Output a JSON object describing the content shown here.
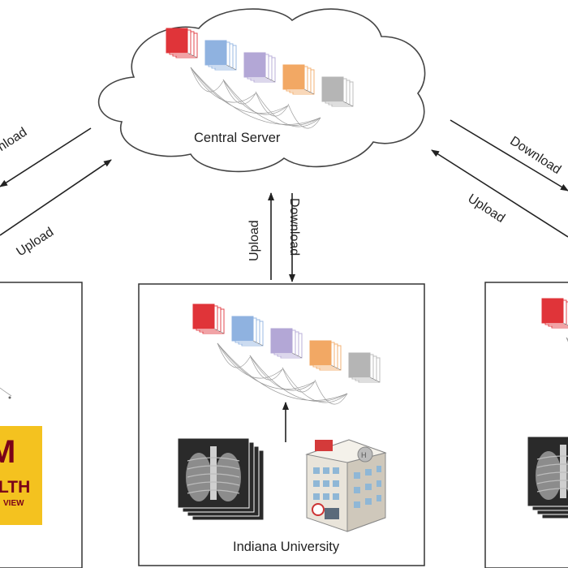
{
  "server": {
    "label": "Central Server"
  },
  "arrows": {
    "left_download": "Download",
    "left_upload": "Upload",
    "center_upload": "Upload",
    "center_download": "Download",
    "right_download": "Download",
    "right_upload": "Upload"
  },
  "sites": [
    {
      "name": "",
      "logo_text_1": "M",
      "logo_text_2": "LTH",
      "logo_text_3": "VIEW"
    },
    {
      "name": "Indiana University"
    },
    {
      "name": ""
    }
  ],
  "colors": {
    "layer_red": "#e0343a",
    "layer_blue": "#8fb2e0",
    "layer_purple": "#b3a7d6",
    "layer_orange": "#f2a864",
    "layer_gray": "#b5b5b5",
    "logo_gold": "#f4c21f",
    "logo_maroon": "#7a0019"
  },
  "icons": [
    "cloud-icon",
    "neural-network-icon",
    "chest-xray-icon",
    "hospital-building-icon"
  ]
}
